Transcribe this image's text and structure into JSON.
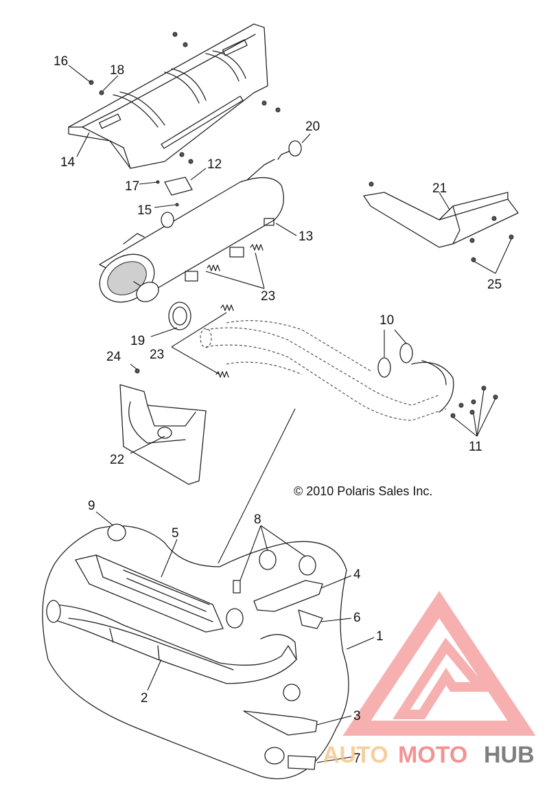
{
  "copyright": "© 2010 Polaris Sales Inc.",
  "watermark": {
    "brand_part1": "AUTO",
    "brand_part2": "MOTO",
    "brand_part3": "HUB",
    "color_primary": "#f07070",
    "color_secondary": "#f5c080",
    "color_tertiary": "#555555"
  },
  "callouts": {
    "c1": "1",
    "c2": "2",
    "c3": "3",
    "c4": "4",
    "c5": "5",
    "c6": "6",
    "c7": "7",
    "c8": "8",
    "c9": "9",
    "c10": "10",
    "c11": "11",
    "c12": "12",
    "c13": "13",
    "c14": "14",
    "c15": "15",
    "c16": "16",
    "c17": "17",
    "c18": "18",
    "c19": "19",
    "c20": "20",
    "c21": "21",
    "c22": "22",
    "c23a": "23",
    "c23b": "23",
    "c24": "24",
    "c25": "25"
  }
}
